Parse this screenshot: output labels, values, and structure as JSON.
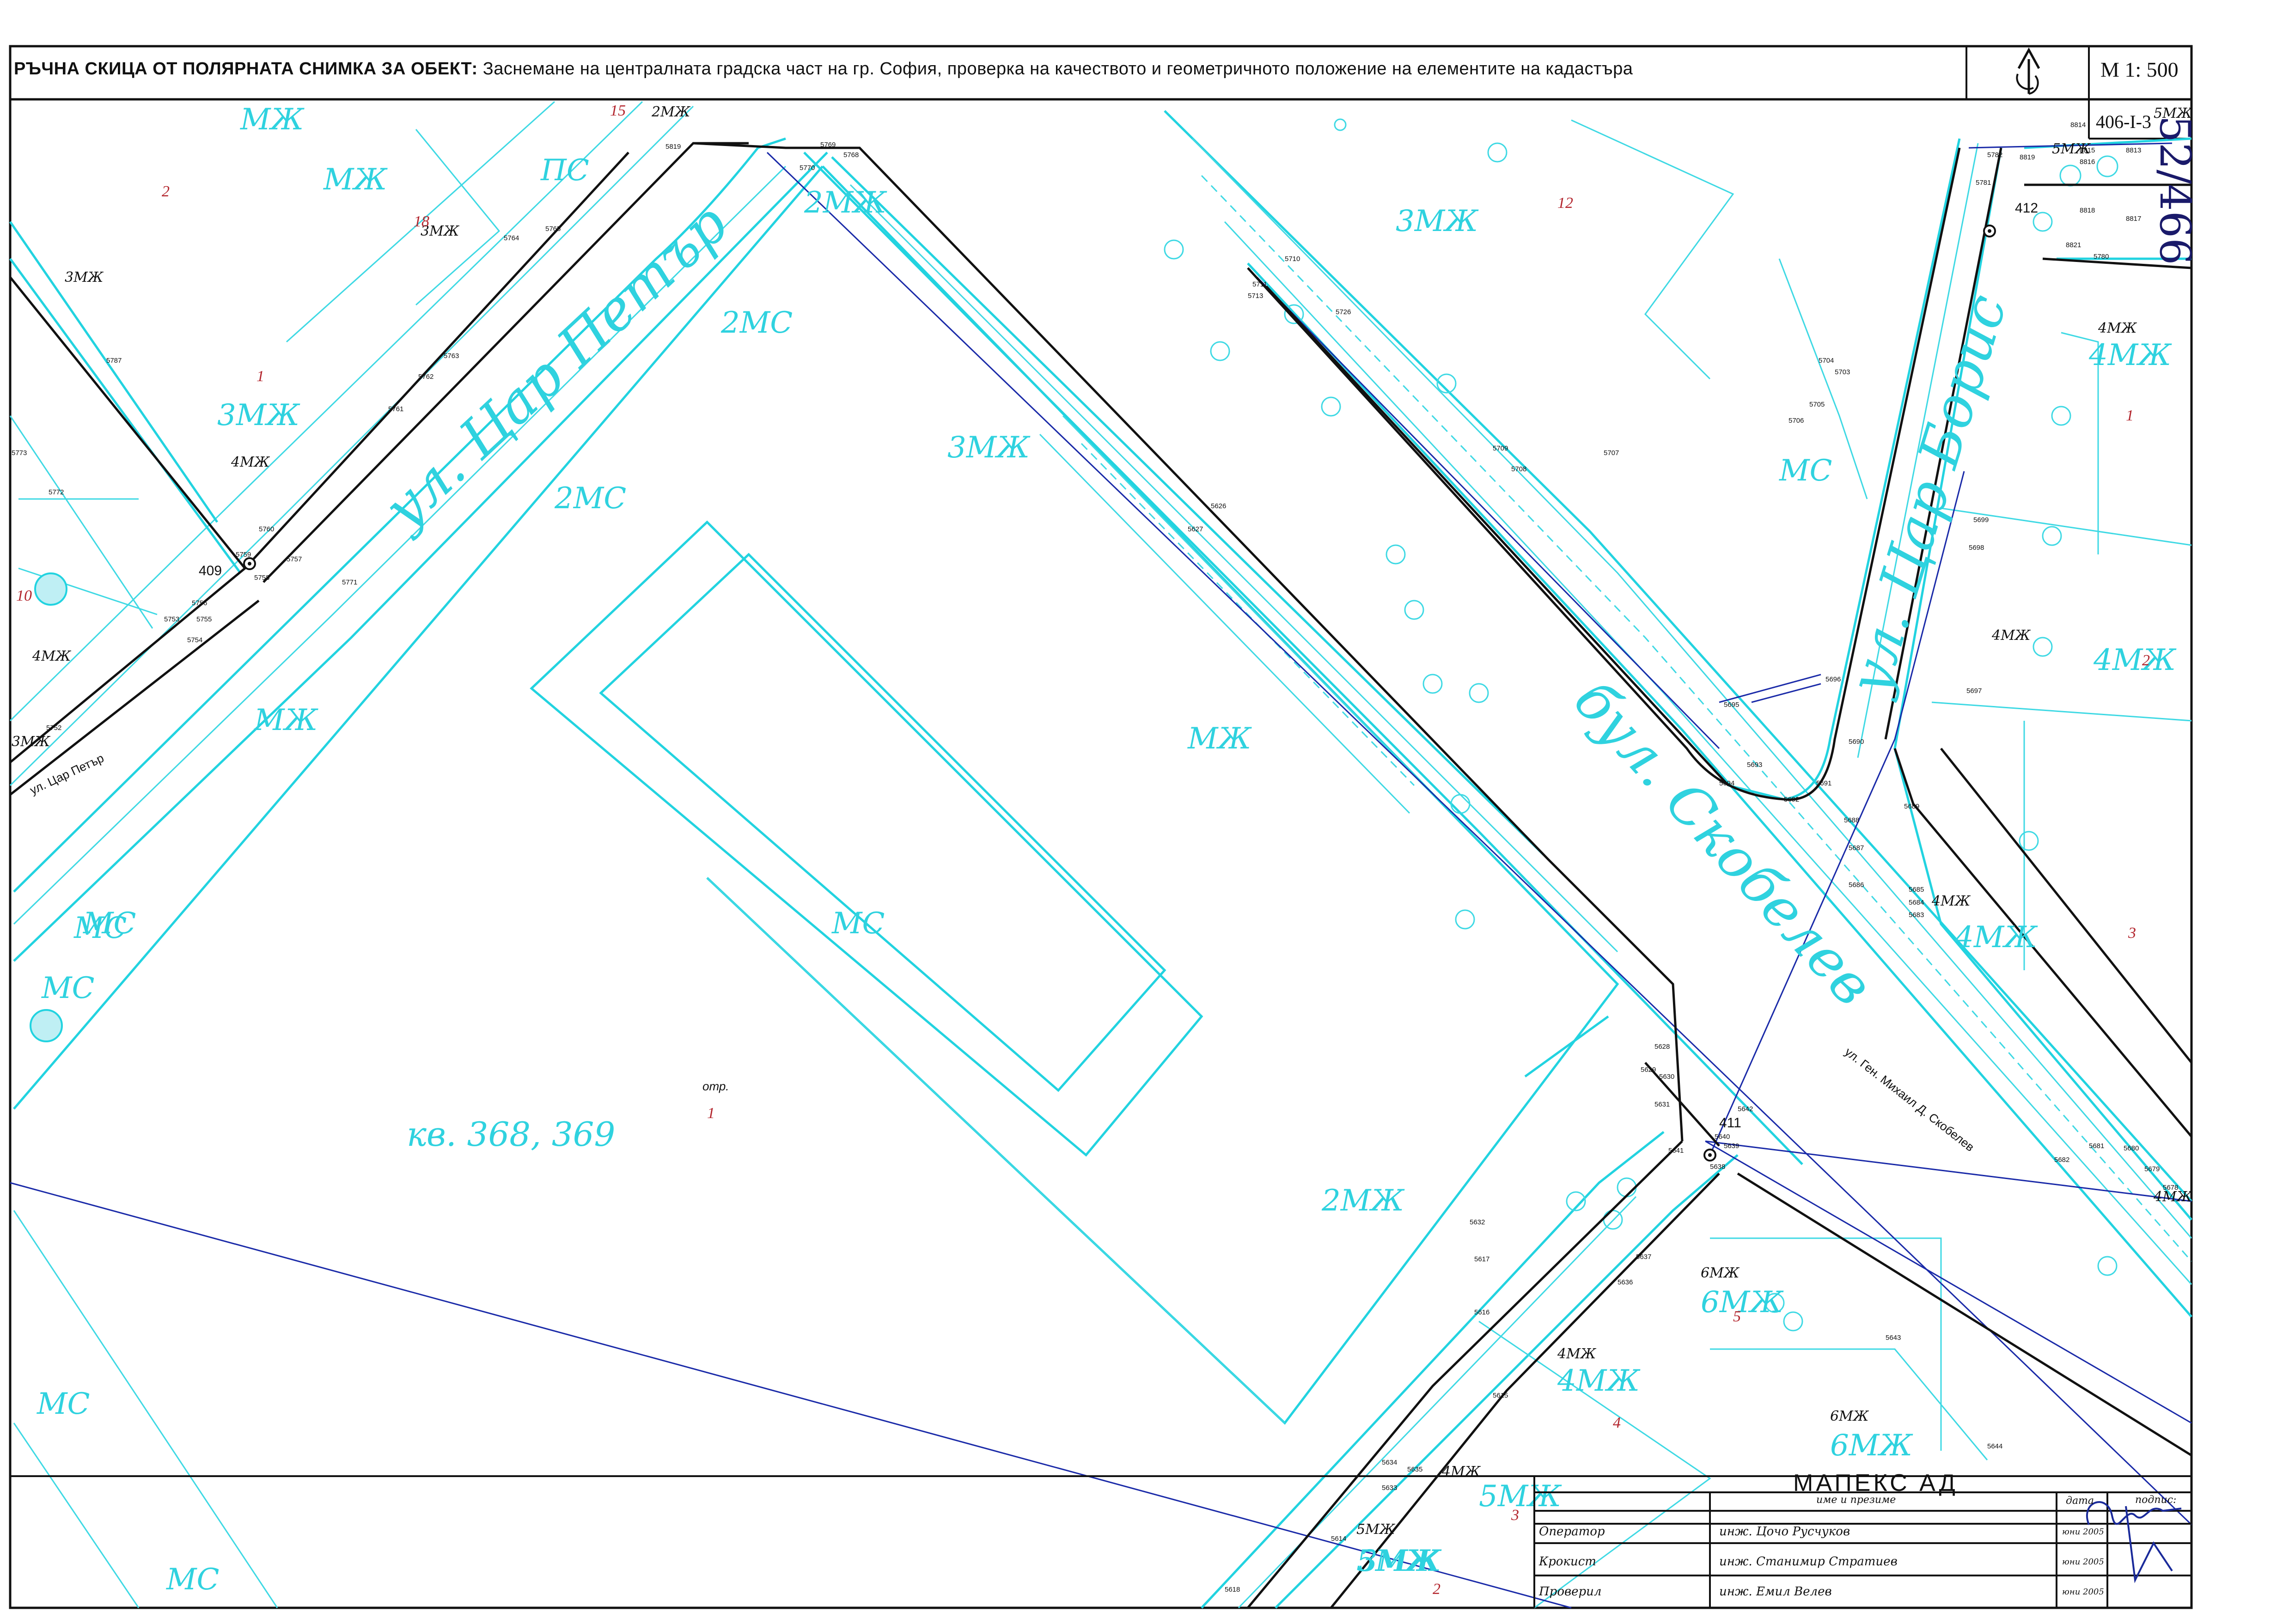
{
  "header": {
    "title_bold": "РЪЧНА  СКИЦА ОТ ПОЛЯРНАТА СНИМКА ЗА ОБЕКТ:",
    "title_rest": "Заснемане на централната градска част на гр. София, проверка на качеството и геометричното положение на елементите на кадастъра",
    "scale": "М  1: 500",
    "sheet": "406-I-3",
    "handwritten_number": "52/466",
    "north_icon": "north-arrow-icon"
  },
  "streets": {
    "car_petar_main": "ул. Цар Петър",
    "car_petar_small": "ул. Цар Петър",
    "skobelev_main": "бул. Скобелев",
    "skobelev_full": "ул. Ген. Михаил Д. Скобелев",
    "car_boris": "ул. Цар Борис"
  },
  "block_label": "кв. 368, 369",
  "building_labels": [
    "3МЖ",
    "4МЖ",
    "2МЖ",
    "3МЖ",
    "4МЖ",
    "3МЖ",
    "5МЖ",
    "6МЖ",
    "6МЖ",
    "4МЖ",
    "5МЖ",
    "4МЖ",
    "4МЖ",
    "4МЖ",
    "4МЖ",
    "4МЖ",
    "5МЖ"
  ],
  "cyan_labels": [
    "3МЖ",
    "2МС",
    "3МЖ",
    "2МС",
    "МС",
    "МЖ",
    "МС",
    "МЖ",
    "МС",
    "2МЖ",
    "3МЖ",
    "4МЖ",
    "МС",
    "4МЖ",
    "4МЖ",
    "6МЖ",
    "6МЖ",
    "4МЖ",
    "5МЖ",
    "3МЖ",
    "МС",
    "МС",
    "МС",
    "5МЖ",
    "2МЖ",
    "МЖ",
    "МЖ",
    "ПС"
  ],
  "red_numbers": [
    "2",
    "18",
    "15",
    "12",
    "1",
    "10",
    "1",
    "2",
    "3",
    "5",
    "4",
    "3",
    "2",
    "1"
  ],
  "annotations": {
    "otr": "отр."
  },
  "stations": [
    {
      "id": "409"
    },
    {
      "id": "411"
    },
    {
      "id": "412"
    }
  ],
  "points": [
    "5819",
    "5765",
    "5764",
    "5763",
    "5762",
    "5761",
    "5760",
    "5759",
    "5758",
    "5757",
    "5756",
    "5755",
    "5754",
    "5753",
    "5752",
    "5771",
    "5787",
    "5773",
    "5772",
    "5769",
    "5768",
    "5770",
    "5710",
    "5713",
    "5711",
    "5726",
    "5709",
    "5708",
    "5707",
    "5704",
    "5703",
    "5705",
    "5706",
    "5626",
    "5627",
    "5695",
    "5696",
    "5693",
    "5694",
    "5692",
    "5691",
    "5690",
    "5689",
    "5688",
    "5687",
    "5686",
    "5685",
    "5684",
    "5683",
    "5699",
    "5698",
    "5697",
    "5782",
    "5781",
    "5780",
    "8819",
    "8814",
    "8813",
    "8815",
    "8816",
    "8818",
    "8817",
    "8821",
    "5628",
    "5629",
    "5630",
    "5631",
    "5642",
    "5640",
    "5639",
    "5641",
    "5638",
    "5637",
    "5636",
    "5632",
    "5617",
    "5616",
    "5615",
    "5614",
    "5635",
    "5633",
    "5634",
    "5643",
    "5644",
    "5618",
    "5681",
    "5680",
    "5682",
    "5679",
    "5678"
  ],
  "title_block": {
    "company": "МАПЕКС  АД",
    "col_name": "име и презиме",
    "col_date": "дата",
    "col_sign": "подпис:",
    "rows": [
      {
        "role": "Оператор",
        "name": "инж. Цочо Русчуков",
        "date": "юни 2005"
      },
      {
        "role": "Крокист",
        "name": "инж. Станимир Стратиев",
        "date": "юни 2005"
      },
      {
        "role": "Проверил",
        "name": "инж. Емил Велев",
        "date": "юни 2005"
      }
    ],
    "signature_icon": "handwritten-signature"
  }
}
